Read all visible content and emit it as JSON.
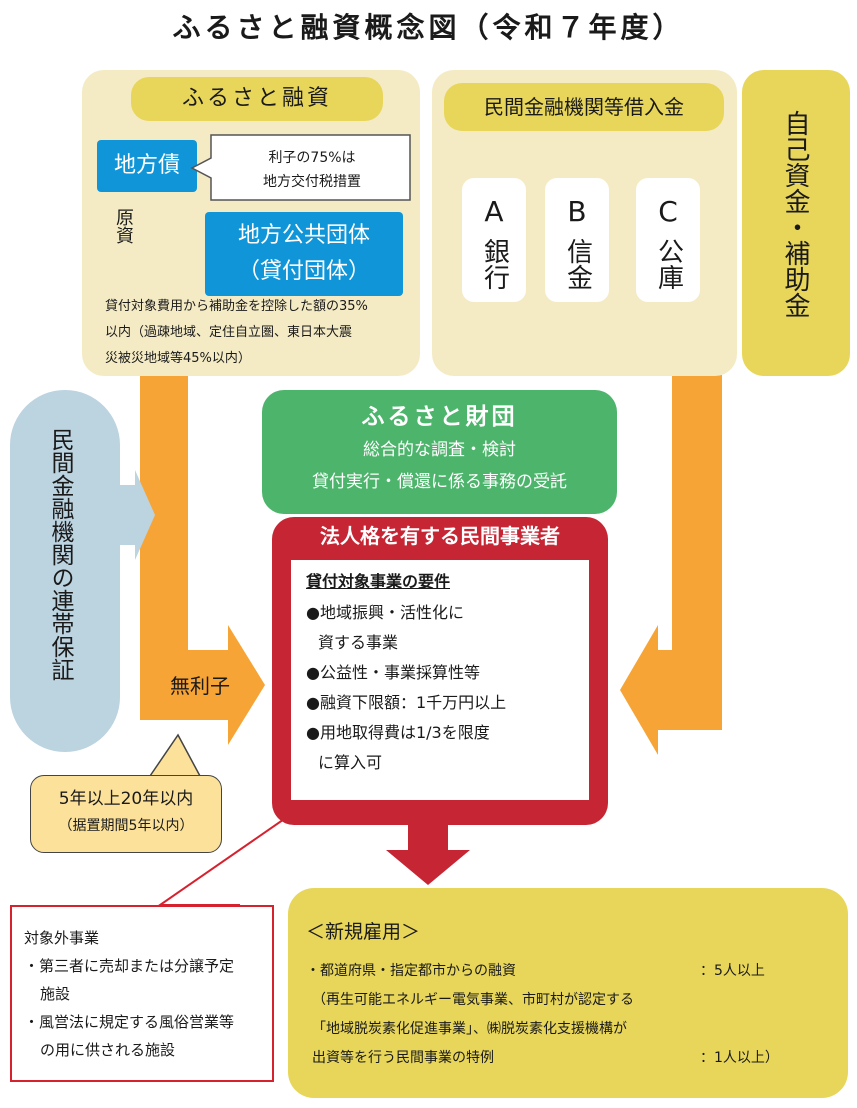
{
  "title": "ふるさと融資概念図（令和７年度）",
  "furusato_loan": {
    "label": "ふるさと融資",
    "chihosai": "地方債",
    "callout_line1": "利子の75%は",
    "callout_line2": "地方交付税措置",
    "genshi": "原資",
    "local_gov_line1": "地方公共団体",
    "local_gov_line2": "（貸付団体）",
    "note_line1": "貸付対象費用から補助金を控除した額の35%",
    "note_line2": "以内（過疎地域、定住自立圏、東日本大震",
    "note_line3": "災被災地域等45%以内）"
  },
  "private_loan": {
    "label": "民間金融機関等借入金",
    "banks": [
      {
        "letter": "A",
        "kind": "銀行"
      },
      {
        "letter": "B",
        "kind": "信金"
      },
      {
        "letter": "C",
        "kind": "公庫"
      }
    ]
  },
  "self_funds": "自己資金・補助金",
  "guarantee": "民間金融機関の連帯保証",
  "foundation": {
    "name": "ふるさと財団",
    "line1": "総合的な調査・検討",
    "line2": "貸付実行・償還に係る事務の受託"
  },
  "no_interest": "無利子",
  "term": {
    "line1": "5年以上20年以内",
    "line2": "（据置期間5年以内）"
  },
  "business": {
    "header": "法人格を有する民間事業者",
    "req_title": "貸付対象事業の要件",
    "req_lines": [
      "●地域振興・活性化に",
      "資する事業",
      "●公益性・事業採算性等",
      "●融資下限額：1千万円以上",
      "●用地取得費は1/3を限度",
      "に算入可"
    ]
  },
  "excluded": {
    "title": "対象外事業",
    "lines": [
      "・第三者に売却または分譲予定",
      "施設",
      "・風営法に規定する風俗営業等",
      "の用に供される施設"
    ]
  },
  "employment": {
    "title": "＜新規雇用＞",
    "line1_left": "・都道府県・指定都市からの融資",
    "line1_right": "：5人以上",
    "line2": "（再生可能エネルギー電気事業、市町村が認定する",
    "line3": "「地域脱炭素化促進事業」、㈱脱炭素化支援機構が",
    "line4_left": "出資等を行う民間事業の特例",
    "line4_right": "：1人以上）"
  },
  "colors": {
    "cream": "#f4ebc5",
    "yellow": "#e8d65a",
    "blue": "#1096d8",
    "light_blue": "#5aaee6",
    "orange": "#f7a437",
    "green": "#4db46c",
    "red": "#c62534",
    "guarantee_blue": "#bcd3e0"
  },
  "icons": [
    "speech-callout",
    "arrow-right",
    "arrow-down"
  ]
}
